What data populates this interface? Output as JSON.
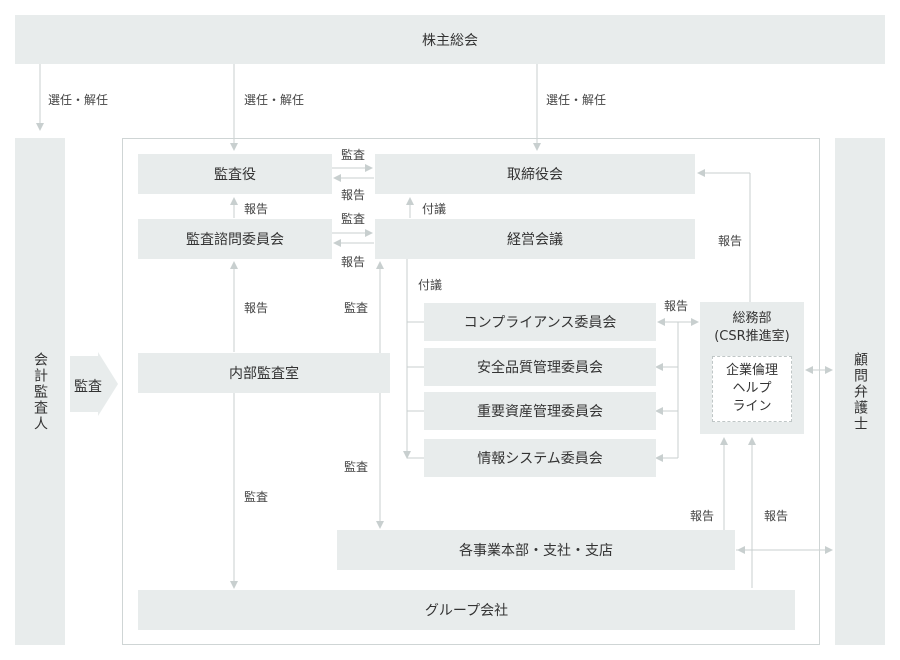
{
  "shareholders": "株主総会",
  "elect_labels": [
    "選任・解任",
    "選任・解任",
    "選任・解任"
  ],
  "auditor_external": "会計監査人",
  "audit_arrow_label": "監査",
  "advisors": "顧問弁護士",
  "boxes": {
    "kansayaku": "監査役",
    "torishimariyakukai": "取締役会",
    "advisory_committee": "監査諮問委員会",
    "management_meeting": "経営会議",
    "compliance": "コンプライアンス委員会",
    "safety_quality": "安全品質管理委員会",
    "assets": "重要資産管理委員会",
    "info_system": "情報システム委員会",
    "internal_audit": "内部監査室",
    "general_affairs": "総務部\n(CSR推進室)",
    "helpline": "企業倫理\nヘルプ\nライン",
    "divisions": "各事業本部・支社・支店",
    "group": "グループ会社"
  },
  "labels": {
    "audit1": "監査",
    "report1": "報告",
    "audit2": "監査",
    "report2": "報告",
    "report_kansayaku": "報告",
    "refer1": "付議",
    "refer2": "付議",
    "report_right": "報告",
    "report_advisory": "報告",
    "audit_mid": "監査",
    "report_compliance": "報告",
    "audit_lower": "監査",
    "audit_left_low": "監査",
    "report_bottom1": "報告",
    "report_bottom2": "報告"
  },
  "colors": {
    "box": "#e8ecec",
    "line": "#c8cfcf",
    "text": "#333333"
  }
}
